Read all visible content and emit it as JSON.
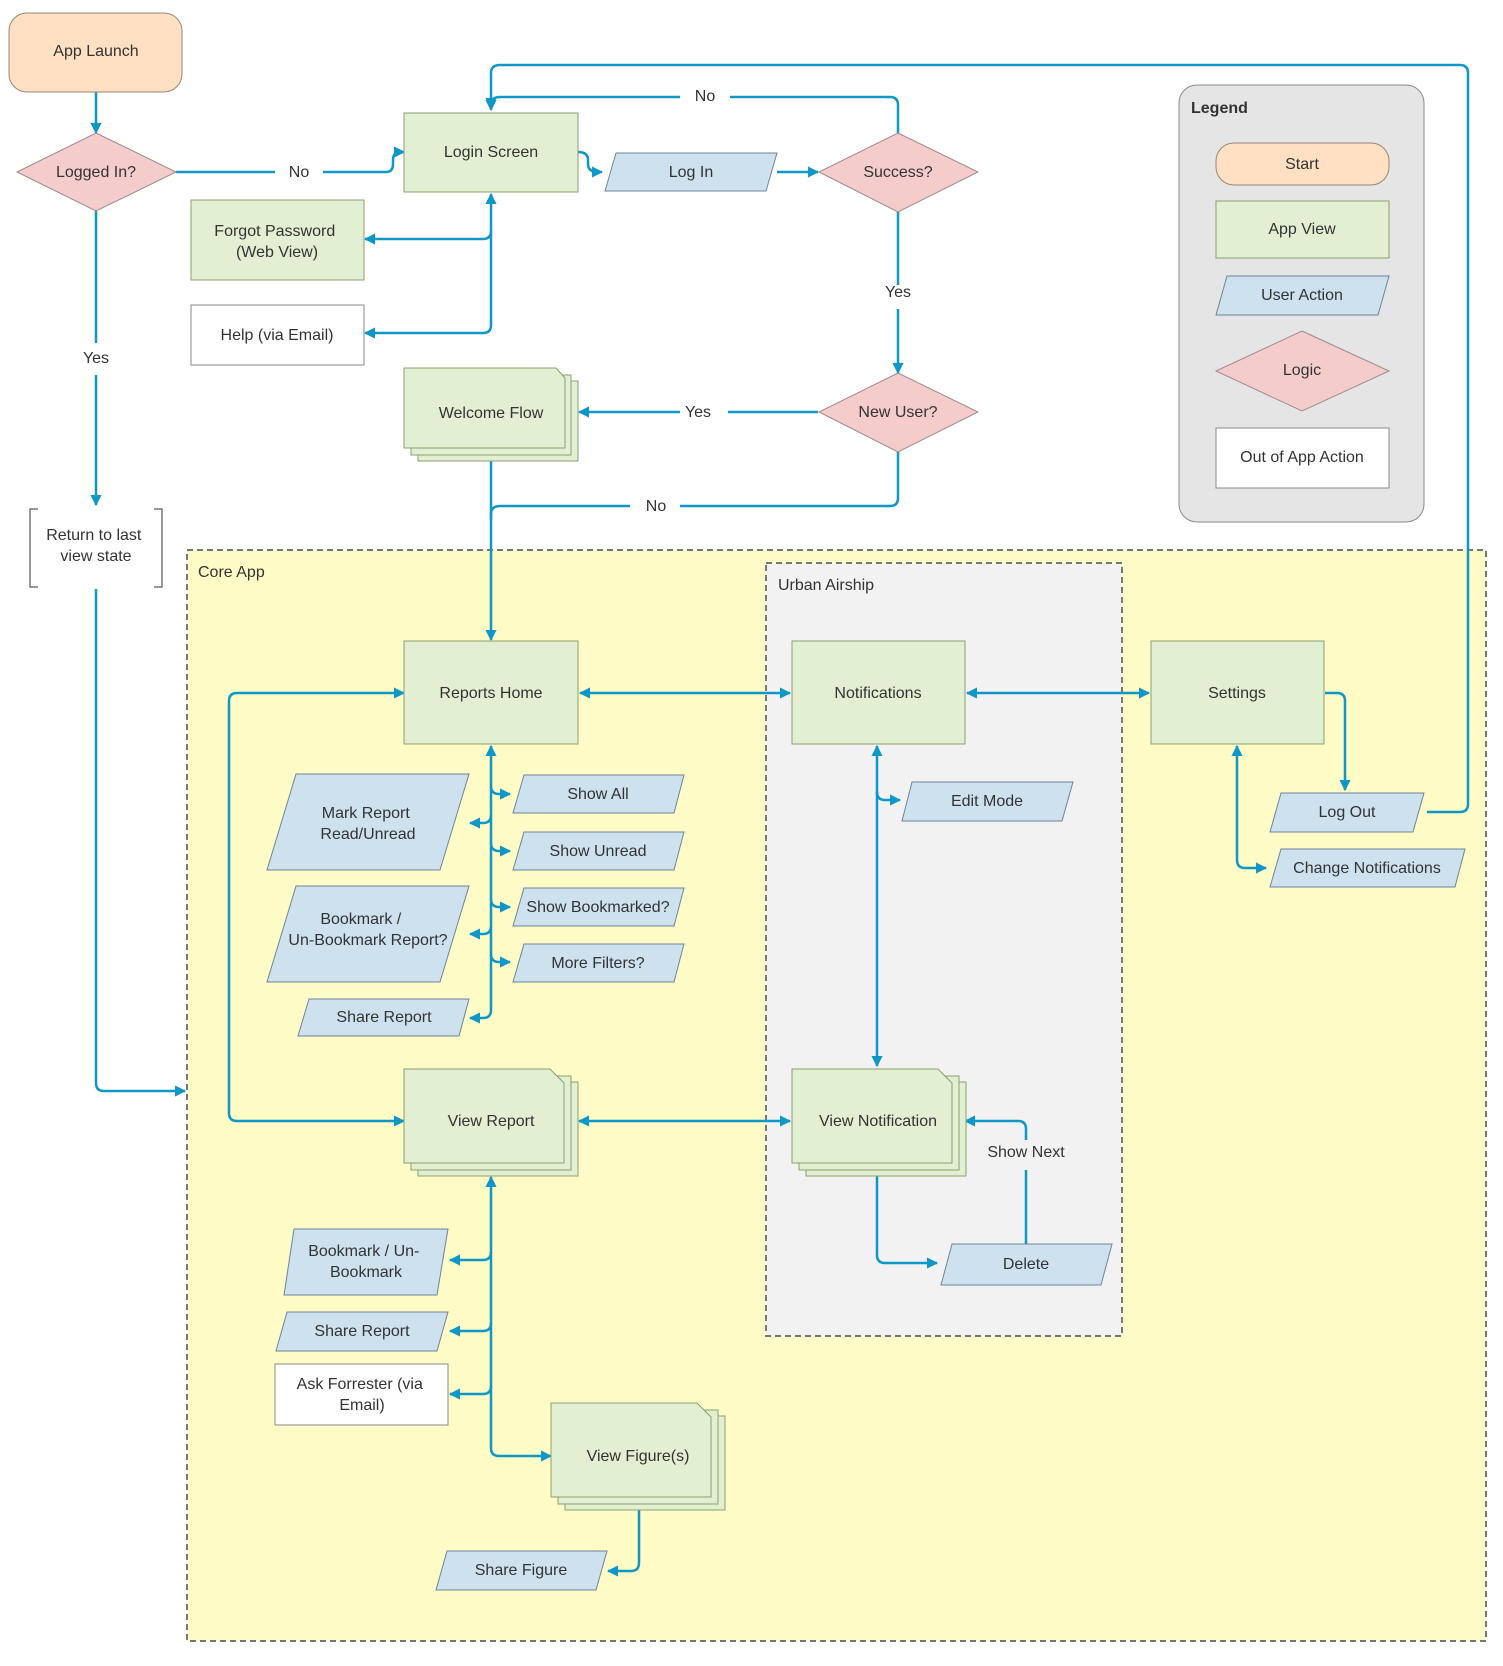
{
  "nodes": {
    "app_launch": "App Launch",
    "logged_in": "Logged In?",
    "login_screen": "Login Screen",
    "log_in": "Log In",
    "success": "Success?",
    "forgot_password": [
      "Forgot Password",
      "(Web View)"
    ],
    "help_email": "Help (via Email)",
    "welcome_flow": "Welcome Flow",
    "new_user": "New User?",
    "return_last_state": [
      "Return to last",
      "view state"
    ],
    "reports_home": "Reports Home",
    "notifications": "Notifications",
    "settings": "Settings",
    "mark_report": [
      "Mark Report",
      "Read/Unread"
    ],
    "bookmark_report": [
      "Bookmark /",
      "Un-Bookmark Report?"
    ],
    "share_report_home": "Share Report",
    "show_all": "Show All",
    "show_unread": "Show Unread",
    "show_bookmarked": "Show Bookmarked?",
    "more_filters": "More Filters?",
    "edit_mode": "Edit Mode",
    "log_out": "Log Out",
    "change_notifications": "Change Notifications",
    "view_report": "View Report",
    "view_notification": "View Notification",
    "show_next": "Show Next",
    "delete": "Delete",
    "bookmark_unbookmark": [
      "Bookmark / Un-",
      "Bookmark"
    ],
    "share_report_view": "Share Report",
    "ask_forrester": [
      "Ask Forrester (via",
      "Email)"
    ],
    "view_figures": "View Figure(s)",
    "share_figure": "Share Figure"
  },
  "edge_labels": {
    "logged_in_no": "No",
    "logged_in_yes": "Yes",
    "success_no": "No",
    "success_yes": "Yes",
    "new_user_yes": "Yes",
    "new_user_no": "No"
  },
  "groups": {
    "core_app": "Core App",
    "urban_airship": "Urban Airship"
  },
  "legend": {
    "title": "Legend",
    "start": "Start",
    "app_view": "App View",
    "user_action": "User Action",
    "logic": "Logic",
    "out_of_app": "Out of App Action"
  },
  "colors": {
    "start_fill": "#ffe0c2",
    "start_stroke": "#9a8574",
    "view_fill": "#e2efd2",
    "view_stroke": "#8aa06e",
    "action_fill": "#cde1ef",
    "action_stroke": "#6d8598",
    "logic_fill": "#f4cccc",
    "logic_stroke": "#a08a8a",
    "outside_fill": "#ffffff",
    "outside_stroke": "#8a8a8a",
    "connector": "#0f97c7",
    "core_fill": "#fefbc7",
    "urban_fill": "#f2f2f2",
    "legend_fill": "#e5e5e5"
  }
}
